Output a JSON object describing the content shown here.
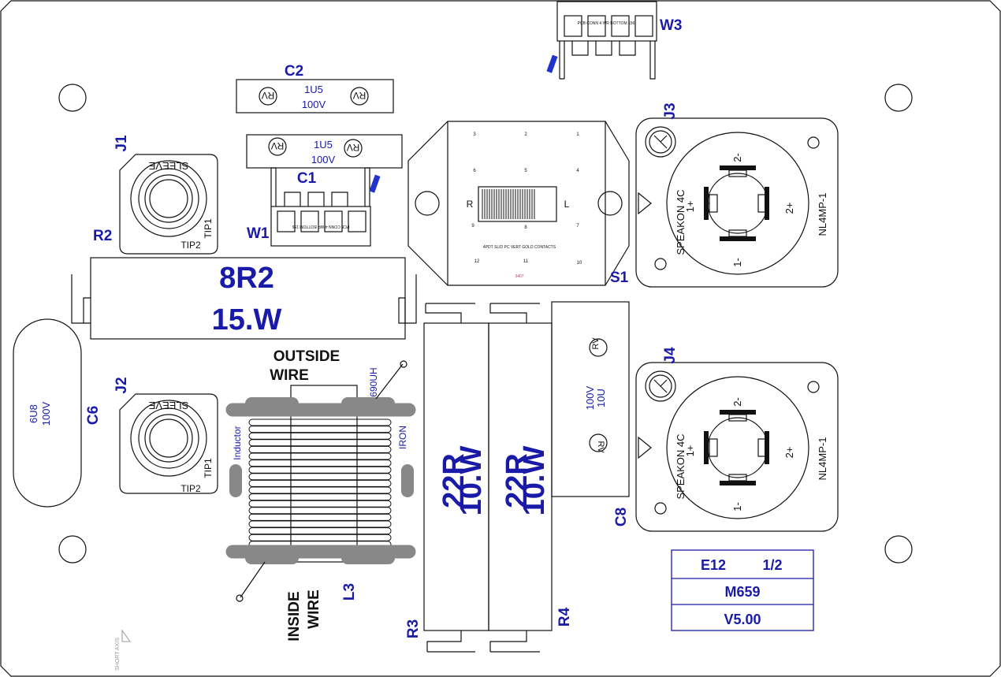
{
  "components": {
    "C2": {
      "ref": "C2",
      "value": "1U5",
      "voltage": "100V",
      "pol": "RV"
    },
    "C1": {
      "ref": "C1",
      "value": "1U5",
      "voltage": "100V",
      "pol": "RV"
    },
    "W3": {
      "ref": "W3",
      "body_text": "PCB CONN 4 WR BOTTOM 156"
    },
    "W1": {
      "ref": "W1",
      "body_text": "PCB CONN 4 WR BOTTOM 156"
    },
    "J1": {
      "ref": "J1",
      "sleeve": "SLEEVE",
      "tip1": "TIP1",
      "tip2": "TIP2"
    },
    "J2": {
      "ref": "J2",
      "sleeve": "SLEEVE",
      "tip1": "TIP1",
      "tip2": "TIP2"
    },
    "R2": {
      "ref": "R2",
      "value": "8R2",
      "power": "15.W"
    },
    "J3": {
      "ref": "J3",
      "brand": "SPEAKON 4C",
      "part": "NL4MP-1",
      "p1p": "1+",
      "p1m": "1-",
      "p2p": "2+",
      "p2m": "2-"
    },
    "J4": {
      "ref": "J4",
      "brand": "SPEAKON 4C",
      "part": "NL4MP-1",
      "p1p": "1+",
      "p1m": "1-",
      "p2p": "2+",
      "p2m": "2-"
    },
    "S1": {
      "ref": "S1",
      "left": "L",
      "right": "R",
      "desc": "4PDT SLID PC VERT GOLD CONTACTS",
      "part": "3407",
      "pins": [
        "3",
        "2",
        "1",
        "6",
        "5",
        "4",
        "9",
        "8",
        "7",
        "12",
        "11",
        "10"
      ]
    },
    "C6": {
      "ref": "C6",
      "value": "6U8",
      "voltage": "100V"
    },
    "L3": {
      "ref": "L3",
      "outside1": "OUTSIDE",
      "outside2": "WIRE",
      "inside1": "INSIDE",
      "inside2": "WIRE",
      "value": "690UH",
      "type": "Inductor",
      "core": "IRON"
    },
    "R3": {
      "ref": "R3",
      "value": "22R",
      "power": "10.W"
    },
    "R4": {
      "ref": "R4",
      "value": "22R",
      "power": "10.W"
    },
    "C8": {
      "ref": "C8",
      "value": "10U",
      "voltage": "100V",
      "pol": "RV"
    }
  },
  "title_block": {
    "row1a": "E12",
    "row1b": "1/2",
    "row2": "M659",
    "row3": "V5.00"
  },
  "axis_note": "SHORT AXIS",
  "colors": {
    "ref_blue": "#1a1aa8",
    "body_gray": "#888888",
    "outline": "#111111"
  }
}
